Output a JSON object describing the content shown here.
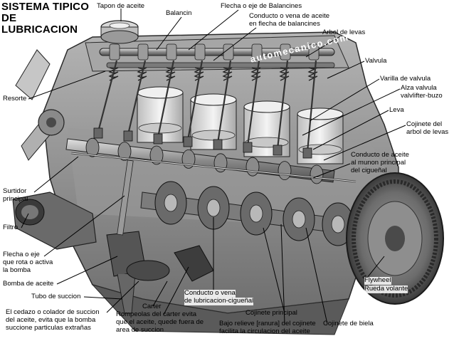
{
  "title": {
    "line1": "SISTEMA TIPICO",
    "line2": "DE",
    "line3": "LUBRICACION"
  },
  "watermark": "automecanico.com",
  "labels": {
    "tapon": "Tapon de aceite",
    "balancin": "Balancin",
    "flecha_balancines": "Flecha o eje de Balancines",
    "conducto_vena_1": "Conducto o vena de aceite",
    "conducto_vena_2": "en flecha de balancines",
    "arbol_levas": "Arbol de levas",
    "valvula": "Valvula",
    "varilla": "Varilla de valvula",
    "alza_1": "Alza valvula",
    "alza_2": "valvlifter-buzo",
    "leva": "Leva",
    "cojinete_arbol_1": "Cojinete del",
    "cojinete_arbol_2": "arbol de levas",
    "conducto_munon_1": "Conducto de aceite",
    "conducto_munon_2": "al munon principal",
    "conducto_munon_3": "del cigueñal",
    "resorte": "Resorte",
    "surtidor_1": "Surtidor",
    "surtidor_2": "principal",
    "filtro": "Filtro",
    "flecha_bomba_1": "Flecha o eje",
    "flecha_bomba_2": "que rota o activa",
    "flecha_bomba_3": "la bomba",
    "bomba": "Bomba de aceite",
    "tubo": "Tubo de succion",
    "cedazo_1": "El cedazo o colador  de succion",
    "cedazo_2": "del aceite, evita que la bomba",
    "cedazo_3": "succione particulas extrañas",
    "carter": "Carter",
    "rompeolas_1": "Rompeolas del carter evita",
    "rompeolas_2": "que el aceite, quede fuera de",
    "rompeolas_3": "area de succion",
    "conducto_cig_1": "Conducto o vena",
    "conducto_cig_2": "de lubricacion-cigueñal",
    "cojinete_principal": "Cojinete principal",
    "bajo_relieve_1": "Bajo relieve [ranura] del cojinete",
    "bajo_relieve_2": "facilita la circulacion del aceite",
    "cojinete_biela": "Cojinete de biela",
    "flywheel_1": "Flywheel",
    "flywheel_2": "Rueda volante"
  },
  "colors": {
    "ink": "#000000",
    "body": "#8c8c8c",
    "dark": "#4a4a4a",
    "light": "#d0d0d0",
    "paper": "#ffffff"
  }
}
